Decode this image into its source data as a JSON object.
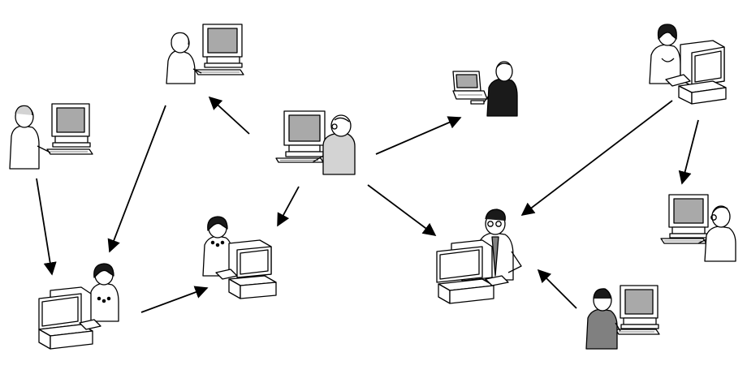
{
  "diagram": {
    "type": "network-flow",
    "colors": {
      "stroke": "#000000",
      "screen": "#a9a9a9",
      "case": "#ffffff",
      "shirt_dark": "#808080",
      "vest": "#1a1a1a",
      "skin": "#ffffff"
    },
    "nodes": [
      {
        "id": "user-center",
        "kind": "desktop",
        "facing": "back-right"
      },
      {
        "id": "user-top-left-woman",
        "kind": "desktop",
        "facing": "back-left"
      },
      {
        "id": "user-left-man",
        "kind": "desktop",
        "facing": "back-left"
      },
      {
        "id": "user-laptop",
        "kind": "laptop",
        "facing": "back-right"
      },
      {
        "id": "user-top-right-woman",
        "kind": "desktop",
        "facing": "front"
      },
      {
        "id": "user-right-glasses",
        "kind": "desktop",
        "facing": "back-right"
      },
      {
        "id": "user-bottom-left-woman",
        "kind": "desktop",
        "facing": "front"
      },
      {
        "id": "user-middle-woman",
        "kind": "desktop",
        "facing": "front"
      },
      {
        "id": "user-hub-man",
        "kind": "desktop",
        "facing": "front"
      },
      {
        "id": "user-bottom-right-man",
        "kind": "desktop",
        "facing": "back-left"
      }
    ],
    "edges": [
      {
        "from": "user-center",
        "to": "user-top-left-woman"
      },
      {
        "from": "user-center",
        "to": "user-laptop"
      },
      {
        "from": "user-center",
        "to": "user-middle-woman"
      },
      {
        "from": "user-center",
        "to": "user-hub-man"
      },
      {
        "from": "user-left-man",
        "to": "user-bottom-left-woman"
      },
      {
        "from": "user-top-left-woman",
        "to": "user-bottom-left-woman"
      },
      {
        "from": "user-bottom-left-woman",
        "to": "user-middle-woman"
      },
      {
        "from": "user-top-right-woman",
        "to": "user-hub-man"
      },
      {
        "from": "user-top-right-woman",
        "to": "user-right-glasses"
      },
      {
        "from": "user-bottom-right-man",
        "to": "user-hub-man"
      }
    ]
  }
}
